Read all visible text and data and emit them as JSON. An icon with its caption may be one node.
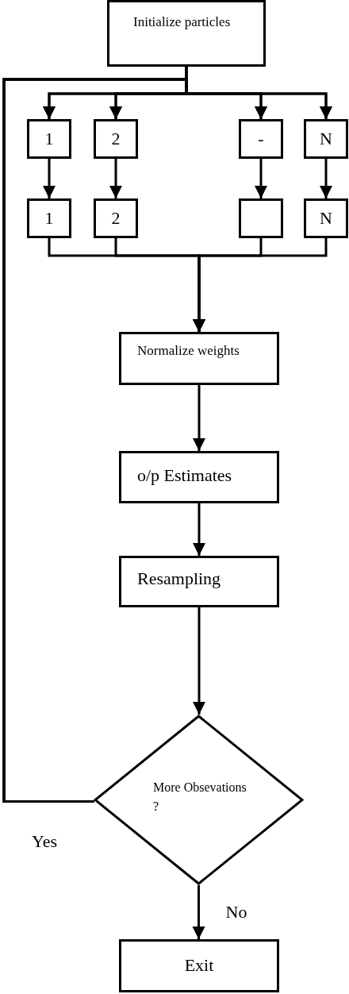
{
  "diagram": {
    "nodes": [
      {
        "text": [
          "Initialize particles"
        ]
      },
      {
        "text": [
          "1"
        ]
      },
      {
        "text": [
          "2"
        ]
      },
      {
        "text": [
          "-"
        ]
      },
      {
        "text": [
          "N"
        ]
      },
      {
        "text": [
          "1"
        ]
      },
      {
        "text": [
          "2"
        ]
      },
      {
        "text": [],
        "shape": "box"
      },
      {
        "text": [
          "N"
        ]
      },
      {
        "text": [
          "Normalize weights"
        ]
      },
      {
        "text": [
          "o/p Estimates"
        ]
      },
      {
        "text": [
          "Resampling"
        ]
      },
      {
        "text": [
          "More Obsevations ?"
        ]
      },
      {
        "text": [
          "Exit"
        ]
      }
    ],
    "edges": [
      {
        "from": 0,
        "to": 1,
        "arrow": "to"
      },
      {
        "from": 0,
        "to": 2,
        "arrow": "to"
      },
      {
        "from": 0,
        "to": 3,
        "arrow": "to"
      },
      {
        "from": 0,
        "to": 4,
        "arrow": "to"
      },
      {
        "from": 1,
        "to": 5,
        "arrow": "to"
      },
      {
        "from": 2,
        "to": 6,
        "arrow": "to"
      },
      {
        "from": 3,
        "to": 7,
        "arrow": "to"
      },
      {
        "from": 4,
        "to": 8,
        "arrow": "to"
      },
      {
        "from": 5,
        "to": 9,
        "arrow": "to"
      },
      {
        "from": 6,
        "to": 9,
        "arrow": "to"
      },
      {
        "from": 7,
        "to": 9,
        "arrow": "to"
      },
      {
        "from": 8,
        "to": 9,
        "arrow": "to"
      },
      {
        "from": 9,
        "to": 10,
        "arrow": "to"
      },
      {
        "from": 10,
        "to": 11,
        "arrow": "to"
      },
      {
        "from": 11,
        "to": 12,
        "arrow": "to"
      },
      {
        "from": 12,
        "to": 13,
        "label": "No",
        "arrow": "to"
      },
      {
        "from": 12,
        "to": 1,
        "label": "Yes",
        "arrow": "to"
      },
      {
        "from": 12,
        "to": 2,
        "arrow": "to"
      },
      {
        "from": 12,
        "to": 3,
        "arrow": "to"
      },
      {
        "from": 12,
        "to": 4,
        "arrow": "to"
      }
    ]
  }
}
